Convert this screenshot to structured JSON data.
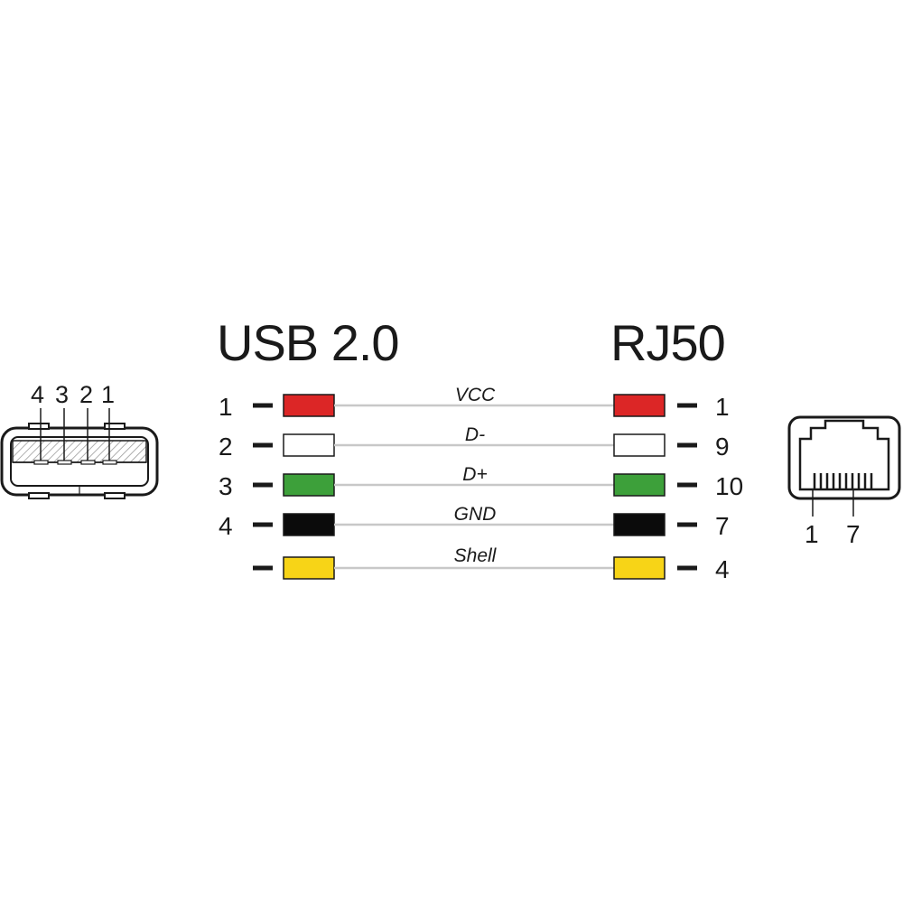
{
  "titles": {
    "left": "USB 2.0",
    "right": "RJ50"
  },
  "usb_connector": {
    "pin_labels": [
      "4",
      "3",
      "2",
      "1"
    ]
  },
  "rj_connector": {
    "pin_labels": [
      "1",
      "7"
    ]
  },
  "wires": [
    {
      "signal": "VCC",
      "left_pin": "1",
      "right_pin": "1",
      "color": "#dc2626"
    },
    {
      "signal": "D-",
      "left_pin": "2",
      "right_pin": "9",
      "color": "#ffffff"
    },
    {
      "signal": "D+",
      "left_pin": "3",
      "right_pin": "10",
      "color": "#3da03a"
    },
    {
      "signal": "GND",
      "left_pin": "4",
      "right_pin": "7",
      "color": "#0b0b0b"
    },
    {
      "signal": "Shell",
      "left_pin": "",
      "right_pin": "4",
      "color": "#f7d417"
    }
  ],
  "colors": {
    "line": "#1a1a1a",
    "wire_line": "#c8c8c8",
    "hatch": "#bdbdbd"
  }
}
